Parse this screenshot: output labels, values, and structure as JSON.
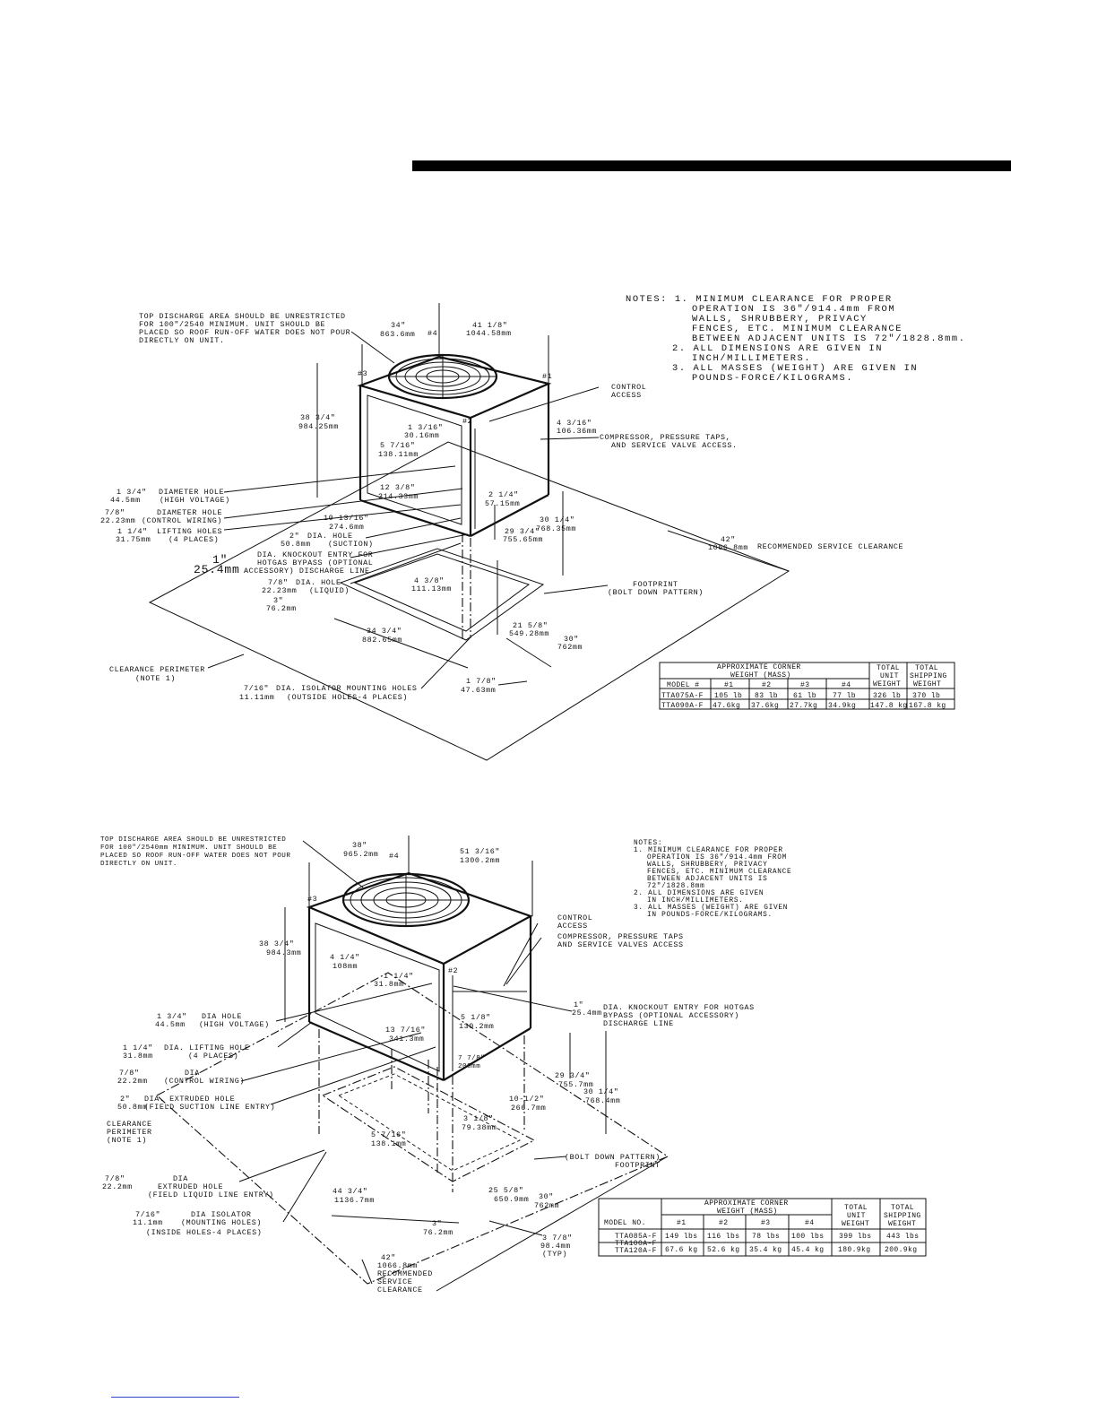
{
  "top_drawing": {
    "top_discharge_note": [
      "TOP DISCHARGE AREA SHOULD BE UNRESTRICTED",
      "FOR 100\"/2540 MINIMUM.  UNIT SHOULD BE",
      "PLACED SO ROOF RUN-OFF WATER DOES NOT POUR",
      "DIRECTLY ON UNIT."
    ],
    "notes": [
      "NOTES: 1. MINIMUM CLEARANCE FOR PROPER",
      "OPERATION IS 36\"/914.4mm FROM",
      "WALLS, SHRUBBERY, PRIVACY",
      "FENCES, ETC.  MINIMUM CLEARANCE",
      "BETWEEN ADJACENT UNITS IS 72\"/1828.8mm.",
      "2. ALL DIMENSIONS ARE GIVEN IN",
      "INCH/MILLIMETERS.",
      "3. ALL MASSES (WEIGHT) ARE GIVEN IN",
      "POUNDS-FORCE/KILOGRAMS."
    ],
    "dims": {
      "d34": [
        "34\"",
        "863.6mm"
      ],
      "d41": [
        "41 1/8\"",
        "1044.58mm"
      ],
      "d38": [
        "38 3/4\"",
        "984.25mm"
      ],
      "d1316": [
        "1 3/16\"",
        "30.16mm"
      ],
      "d4316": [
        "4 3/16\"",
        "106.36mm"
      ],
      "d5716": [
        "5 7/16\"",
        "138.11mm"
      ],
      "d1238": [
        "12 3/8\"",
        "314.33mm"
      ],
      "d214": [
        "2 1/4\"",
        "57.15mm"
      ],
      "d101316": [
        "10 13/16\"",
        "274.6mm"
      ],
      "d2934": [
        "29 3/4\"",
        "755.65mm"
      ],
      "d3014": [
        "30 1/4\"",
        "768.35mm"
      ],
      "d42": [
        "42\"",
        "1066.8mm"
      ],
      "d438": [
        "4 3/8\"",
        "111.13mm"
      ],
      "d3": [
        "3\"",
        "76.2mm"
      ],
      "d3434": [
        "34 3/4\"",
        "882.65mm"
      ],
      "d2158": [
        "21 5/8\"",
        "549.28mm"
      ],
      "d30": [
        "30\"",
        "762mm"
      ],
      "d178": [
        "1 7/8\"",
        "47.63mm"
      ],
      "d1in": [
        "1\"",
        "25.4mm"
      ]
    },
    "markers": [
      "#4",
      "#3",
      "#1",
      "#2"
    ],
    "labels": {
      "control_access": [
        "CONTROL",
        "ACCESS"
      ],
      "compressor": [
        "COMPRESSOR, PRESSURE TAPS,",
        "AND SERVICE VALVE ACCESS."
      ],
      "hv_hole": [
        "1 3/4\"",
        "44.5mm",
        "DIAMETER HOLE",
        "(HIGH VOLTAGE)"
      ],
      "ctrl_hole": [
        "7/8\"",
        "22.23mm",
        "DIAMETER HOLE",
        "(CONTROL WIRING)"
      ],
      "lifting": [
        "1 1/4\"",
        "31.75mm",
        "LIFTING HOLES",
        "(4 PLACES)"
      ],
      "suction": [
        "2\"",
        "50.8mm",
        "DIA. HOLE",
        "(SUCTION)"
      ],
      "knockout": [
        "DIA. KNOCKOUT ENTRY FOR",
        "HOTGAS BYPASS (OPTIONAL",
        "ACCESSORY) DISCHARGE LINE"
      ],
      "liquid": [
        "7/8\"",
        "22.23mm",
        "DIA. HOLE",
        "(LIQUID)"
      ],
      "footprint": [
        "FOOTPRINT",
        "(BOLT DOWN PATTERN)"
      ],
      "service_clearance": "RECOMMENDED SERVICE CLEARANCE",
      "clearance_perimeter": [
        "CLEARANCE PERIMETER",
        "(NOTE 1)"
      ],
      "isolator": [
        "7/16\"",
        "11.11mm",
        "DIA. ISOLATOR MOUNTING HOLES",
        "(OUTSIDE HOLES-4 PLACES)"
      ]
    },
    "table": {
      "head1": [
        "APPROXIMATE CORNER",
        "WEIGHT (MASS)"
      ],
      "head_total_unit": [
        "TOTAL",
        "UNIT",
        "WEIGHT"
      ],
      "head_total_ship": [
        "TOTAL",
        "SHIPPING",
        "WEIGHT"
      ],
      "cols": [
        "MODEL #",
        "#1",
        "#2",
        "#3",
        "#4"
      ],
      "rows": [
        [
          "TTA075A-F",
          "105 lb",
          "83 lb",
          "61 lb",
          "77 lb",
          "326 lb",
          "370 lb"
        ],
        [
          "TTA090A-F",
          "47.6kg",
          "37.6kg",
          "27.7kg",
          "34.9kg",
          "147.8 kg",
          "167.8 kg"
        ]
      ]
    }
  },
  "bottom_drawing": {
    "top_discharge_note": [
      "TOP DISCHARGE AREA SHOULD BE UNRESTRICTED",
      "FOR 100\"/2540mm MINIMUM.  UNIT SHOULD BE",
      "PLACED SO ROOF RUN-OFF WATER DOES NOT POUR",
      "DIRECTLY ON UNIT."
    ],
    "notes": [
      "NOTES:",
      "1. MINIMUM CLEARANCE FOR PROPER",
      "OPERATION IS 36\"/914.4mm FROM",
      "WALLS, SHRUBBERY, PRIVACY",
      "FENCES, ETC. MINIMUM CLEARANCE",
      "BETWEEN ADJACENT UNITS IS",
      "72\"/1828.8mm",
      "2. ALL DIMENSIONS ARE GIVEN",
      "IN INCH/MILLIMETERS.",
      "3. ALL MASSES (WEIGHT) ARE GIVEN",
      "IN POUNDS-FORCE/KILOGRAMS."
    ],
    "dims": {
      "d38": [
        "38\"",
        "965.2mm"
      ],
      "d51": [
        "51 3/16\"",
        "1300.2mm"
      ],
      "d3834": [
        "38 3/4\"",
        "984.3mm"
      ],
      "d414": [
        "4 1/4\"",
        "108mm"
      ],
      "d114": [
        "1 1/4\"",
        "31.8mm"
      ],
      "d1in": [
        "1\"",
        "25.4mm"
      ],
      "d518": [
        "5 1/8\"",
        "130.2mm"
      ],
      "d13716": [
        "13 7/16\"",
        "341.3mm"
      ],
      "d778": [
        "7 7/8\"",
        "200mm"
      ],
      "d1012": [
        "10-1/2\"",
        "266.7mm"
      ],
      "d2934": [
        "29 3/4\"",
        "755.7mm"
      ],
      "d3014": [
        "30 1/4\"",
        "768.4mm"
      ],
      "d318": [
        "3 1/8\"",
        "79.38mm"
      ],
      "d5716": [
        "5 7/16\"",
        "138.1mm"
      ],
      "d4434": [
        "44 3/4\"",
        "1136.7mm"
      ],
      "d2558": [
        "25 5/8\"",
        "650.9mm"
      ],
      "d30": [
        "30\"",
        "762mm"
      ],
      "d3": [
        "3\"",
        "76.2mm"
      ],
      "d378": [
        "3 7/8\"",
        "98.4mm",
        "(TYP)"
      ],
      "d42": [
        "42\"",
        "1066.8mm",
        "RECOMMENDED",
        "SERVICE",
        "CLEARANCE"
      ]
    },
    "markers": [
      "#4",
      "#3",
      "#2"
    ],
    "labels": {
      "control_access": [
        "CONTROL",
        "ACCESS"
      ],
      "compressor": [
        "COMPRESSOR, PRESSURE TAPS",
        "AND SERVICE VALVES ACCESS"
      ],
      "knockout": [
        "DIA. KNOCKOUT ENTRY FOR HOTGAS",
        "BYPASS (OPTIONAL ACCESSORY)",
        "DISCHARGE LINE"
      ],
      "hv_hole": [
        "1 3/4\"",
        "44.5mm",
        "DIA HOLE",
        "(HIGH VOLTAGE)"
      ],
      "lifting": [
        "1 1/4\"",
        "31.8mm",
        "DIA. LIFTING HOLE",
        "(4 PLACES)"
      ],
      "ctrl": [
        "7/8\"",
        "22.2mm",
        "DIA",
        "(CONTROL WIRING)"
      ],
      "suction": [
        "2\"",
        "50.8mm",
        "DIA. EXTRUDED HOLE",
        "(FIELD SUCTION LINE ENTRY)"
      ],
      "clearance_perimeter": [
        "CLEARANCE",
        "PERIMETER",
        "(NOTE 1)"
      ],
      "liquid": [
        "7/8\"",
        "22.2mm",
        "DIA",
        "EXTRUDED HOLE",
        "(FIELD LIQUID LINE ENTRY)"
      ],
      "isolator": [
        "7/16\"",
        "11.1mm",
        "DIA ISOLATOR",
        "(MOUNTING HOLES)",
        "(INSIDE HOLES-4 PLACES)"
      ],
      "footprint": [
        "(BOLT DOWN PATTERN)",
        "FOOTPRINT"
      ]
    },
    "table": {
      "head1": [
        "APPROXIMATE CORNER",
        "WEIGHT (MASS)"
      ],
      "head_total_unit": [
        "TOTAL",
        "UNIT",
        "WEIGHT"
      ],
      "head_total_ship": [
        "TOTAL",
        "SHIPPING",
        "WEIGHT"
      ],
      "cols": [
        "MODEL NO.",
        "#1",
        "#2",
        "#3",
        "#4"
      ],
      "models": [
        "TTA085A-F",
        "TTA100A-F",
        "TTA120A-F"
      ],
      "rows": [
        [
          "149 lbs",
          "116 lbs",
          "78 lbs",
          "100 lbs",
          "399 lbs",
          "443 lbs"
        ],
        [
          "67.6 kg",
          "52.6 kg",
          "35.4 kg",
          "45.4 kg",
          "180.9kg",
          "200.9kg"
        ]
      ]
    }
  }
}
